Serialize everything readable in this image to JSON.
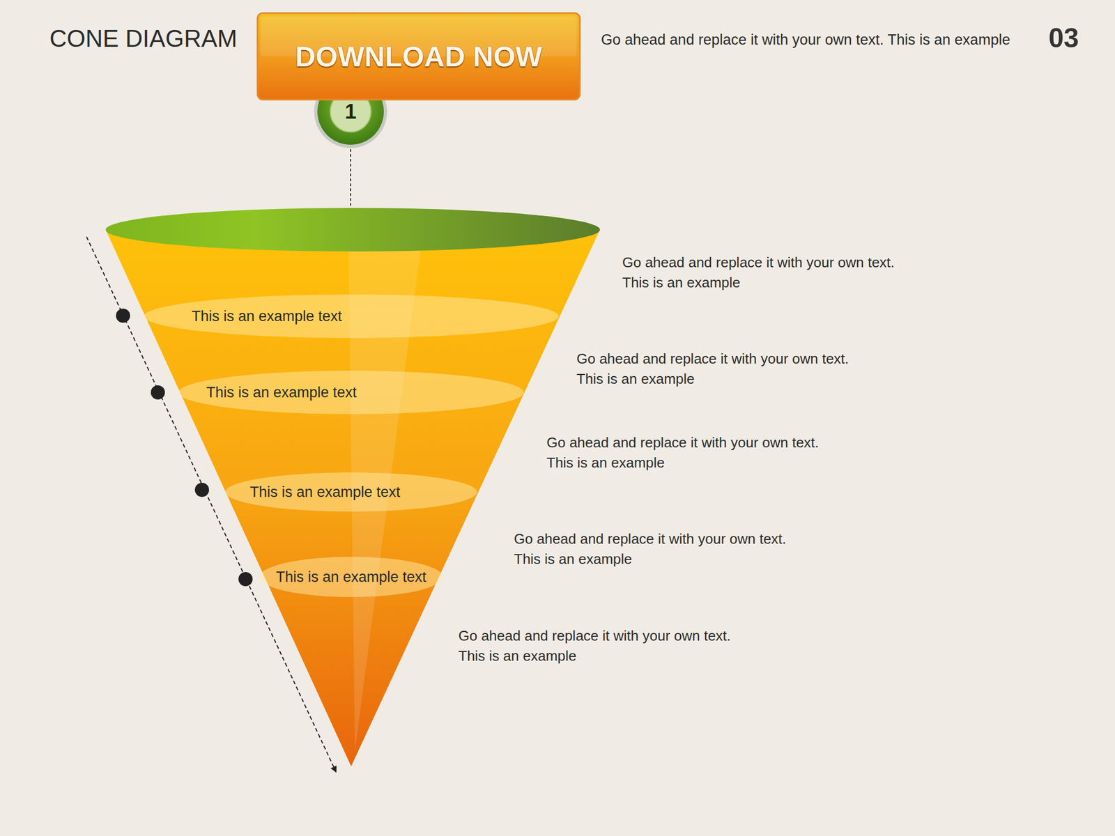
{
  "diagram": {
    "title": "CONE DIAGRAM",
    "nodes": [
      {
        "text": [
          "DOWNLOAD NOW"
        ]
      },
      {
        "text": [
          "1"
        ]
      },
      {
        "text": [
          "This is an example text"
        ]
      },
      {
        "text": [
          "This is an example text"
        ]
      },
      {
        "text": [
          "This is an example text"
        ]
      },
      {
        "text": [
          "This is an example text"
        ]
      }
    ],
    "labels": [
      "Go ahead and replace it with your own text. This is an example",
      "03",
      "Go ahead and replace it with your own text. This is an example",
      "Go ahead and replace it with your own text. This is an example",
      "Go ahead and replace it with your own text. This is an example",
      "Go ahead and replace it with your own text. This is an example",
      "Go ahead and replace it with your own text. This is an example"
    ]
  }
}
